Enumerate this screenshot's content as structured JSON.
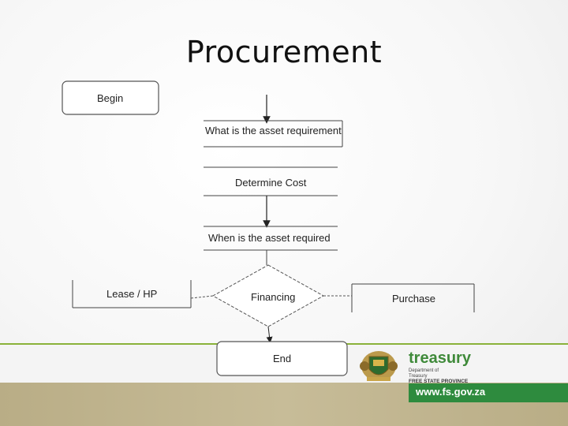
{
  "slide": {
    "title": "Procurement"
  },
  "flowchart": {
    "begin": "Begin",
    "step1": "What is the asset requirement",
    "step2": "Determine Cost",
    "step3": "When is the asset required",
    "decision": "Financing",
    "left_option": "Lease / HP",
    "right_option": "Purchase",
    "end": "End"
  },
  "footer": {
    "brand": "treasury",
    "line1": "Department of",
    "line2": "Treasury",
    "line3": "FREE STATE PROVINCE",
    "url": "www.fs.gov.za"
  },
  "colors": {
    "accent_green": "#2e8b3e",
    "brand_green": "#3f8a3a",
    "footer_tan": "#c7bc98"
  }
}
